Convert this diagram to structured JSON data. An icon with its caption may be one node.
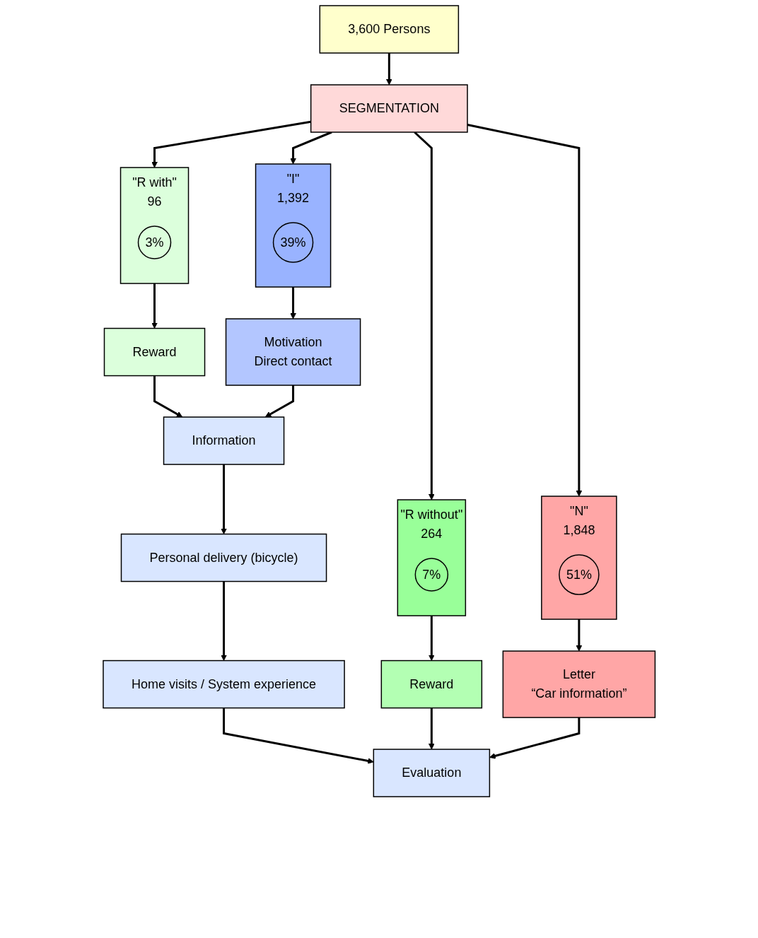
{
  "diagram": {
    "nodes": [
      {
        "text": [
          "3,600 Persons"
        ]
      },
      {
        "text": [
          "SEGMENTATION"
        ]
      },
      {
        "text": [
          "\"R without\"",
          "264"
        ]
      },
      {
        "text": [
          "7%"
        ],
        "in": 2
      },
      {
        "text": [
          "\"R with\"",
          "96"
        ]
      },
      {
        "text": [
          "3%"
        ],
        "in": 4
      },
      {
        "text": [
          "\"I\"",
          "1,392"
        ]
      },
      {
        "text": [
          "39%"
        ],
        "in": 6
      },
      {
        "text": [
          "\"N\"",
          "1,848"
        ]
      },
      {
        "text": [
          "51%"
        ],
        "in": 8
      },
      {
        "text": [
          "Reward"
        ]
      },
      {
        "text": [
          "Reward"
        ]
      },
      {
        "text": [
          "Motivation",
          "Direct contact"
        ]
      },
      {
        "text": [
          "Letter",
          "“Car information”"
        ]
      },
      {
        "text": [
          "Information"
        ]
      },
      {
        "text": [
          "Personal delivery (bicycle)"
        ]
      },
      {
        "text": [
          "Home visits / System experience"
        ]
      },
      {
        "text": [
          "Evaluation"
        ]
      }
    ],
    "edges": [
      {
        "from": 0,
        "to": 1,
        "arrow": "to"
      },
      {
        "from": 1,
        "to": 2,
        "arrow": "to"
      },
      {
        "from": 1,
        "to": 4,
        "arrow": "to"
      },
      {
        "from": 1,
        "to": 6,
        "arrow": "to"
      },
      {
        "from": 1,
        "to": 8,
        "arrow": "to"
      },
      {
        "from": 2,
        "to": 10,
        "arrow": "to"
      },
      {
        "from": 4,
        "to": 11,
        "arrow": "to"
      },
      {
        "from": 6,
        "to": 12,
        "arrow": "to"
      },
      {
        "from": 8,
        "to": 13,
        "arrow": "to"
      },
      {
        "from": 11,
        "to": 14,
        "arrow": "to"
      },
      {
        "from": 12,
        "to": 14,
        "arrow": "to"
      },
      {
        "from": 14,
        "to": 15,
        "arrow": "to"
      },
      {
        "from": 15,
        "to": 16,
        "arrow": "to"
      },
      {
        "from": 16,
        "to": 17,
        "arrow": "to"
      },
      {
        "from": 10,
        "to": 17,
        "arrow": "to"
      },
      {
        "from": 13,
        "to": 17,
        "arrow": "to"
      }
    ]
  }
}
